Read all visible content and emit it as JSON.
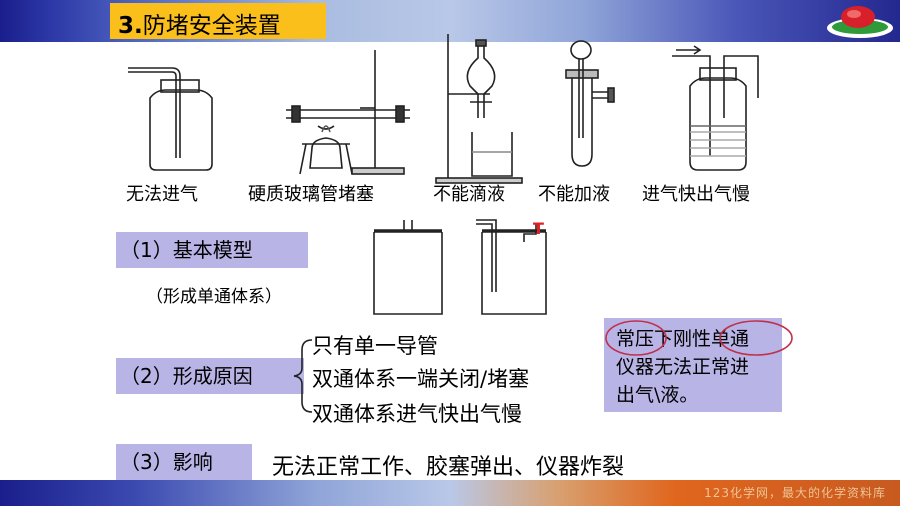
{
  "header": {
    "title_number": "3.",
    "title_text": "防堵安全装置"
  },
  "apparatus_captions": [
    "无法进气",
    "硬质玻璃管堵塞",
    "不能滴液",
    "不能加液",
    "进气快出气慢"
  ],
  "sections": {
    "model_label": "（1）基本模型",
    "model_sub": "（形成单通体系）",
    "cause_label": "（2）形成原因",
    "causes": [
      "只有单一导管",
      "双通体系一端关闭/堵塞",
      "双通体系进气快出气慢"
    ],
    "effect_label": "（3）影响",
    "effect_text": "无法正常工作、胶塞弹出、仪器炸裂"
  },
  "note": {
    "lines": [
      "常压下刚性单通",
      "仪器无法正常进",
      "出气\\液。"
    ]
  },
  "model_valve_mark": "T",
  "footer": {
    "watermark": "123化学网，最大的化学资料库"
  },
  "colors": {
    "accent_title": "#fbbf1c",
    "label_box": "#b8b4e6",
    "circle_marks": "#c0304a",
    "valve_mark": "#e02020"
  }
}
